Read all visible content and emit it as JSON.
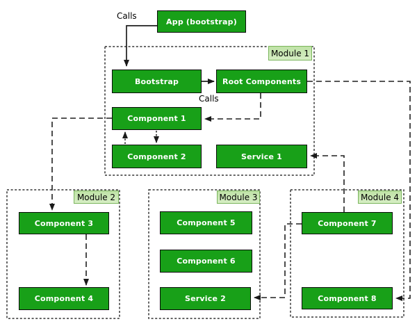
{
  "diagram": {
    "type": "module-architecture-diagram",
    "colors": {
      "node_fill": "#18A018",
      "node_border": "#0A0A0A",
      "node_text": "#FFFFFF",
      "module_label_fill": "#C8E6B0",
      "module_label_border": "#7AB55C",
      "module_label_text": "#000000",
      "module_border": "#333333",
      "connector": "#1F1F1F",
      "background": "#FFFFFF"
    },
    "nodes": {
      "app": "App (bootstrap)",
      "bootstrap": "Bootstrap",
      "root_components": "Root Components",
      "component_1": "Component 1",
      "component_2": "Component 2",
      "service_1": "Service 1",
      "component_3": "Component 3",
      "component_4": "Component 4",
      "component_5": "Component 5",
      "component_6": "Component 6",
      "service_2": "Service 2",
      "component_7": "Component 7",
      "component_8": "Component 8"
    },
    "modules": {
      "module_1": "Module 1",
      "module_2": "Module 2",
      "module_3": "Module 3",
      "module_4": "Module 4"
    },
    "edges": [
      {
        "from": "App (bootstrap)",
        "to": "Bootstrap",
        "style": "solid",
        "label": "Calls"
      },
      {
        "from": "Bootstrap",
        "to": "Root Components",
        "style": "solid",
        "label": ""
      },
      {
        "from": "Root Components",
        "to": "Component 1",
        "style": "dashed",
        "label": "Calls"
      },
      {
        "from": "Component 1",
        "to": "Component 3",
        "style": "dashed",
        "label": ""
      },
      {
        "from": "Component 2",
        "to": "Component 1",
        "style": "dotted",
        "label": ""
      },
      {
        "from": "Component 1",
        "to": "Component 2",
        "style": "dotted",
        "label": ""
      },
      {
        "from": "Component 3",
        "to": "Component 4",
        "style": "dashed",
        "label": ""
      },
      {
        "from": "Root Components",
        "to": "Component 8",
        "style": "dashed",
        "label": ""
      },
      {
        "from": "Component 7",
        "to": "Service 1",
        "style": "dashed",
        "label": ""
      },
      {
        "from": "Component 7",
        "to": "Service 2",
        "style": "dashed",
        "label": ""
      }
    ]
  }
}
